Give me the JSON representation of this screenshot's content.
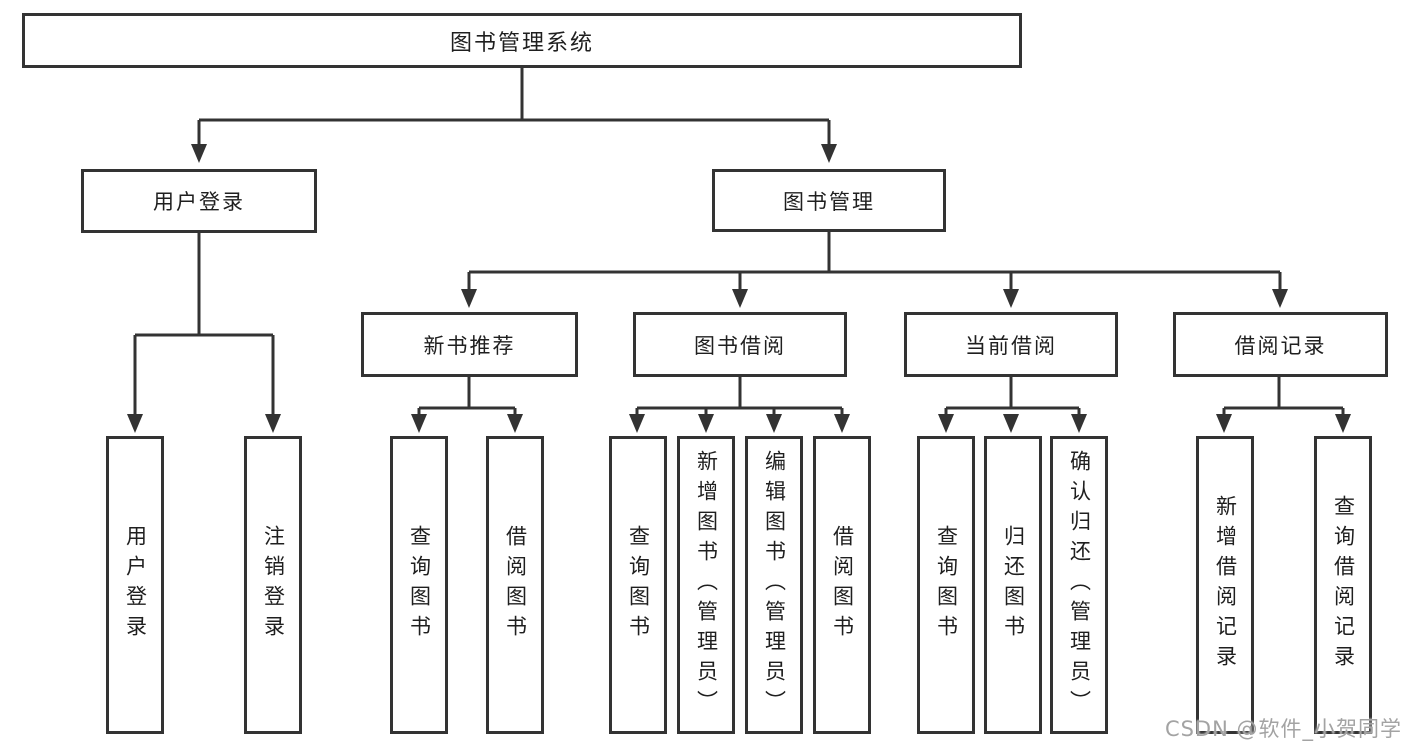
{
  "tree": {
    "label": "图书管理系统",
    "children": [
      {
        "label": "用户登录",
        "children": [
          {
            "label": "用户登录"
          },
          {
            "label": "注销登录"
          }
        ]
      },
      {
        "label": "图书管理",
        "children": [
          {
            "label": "新书推荐",
            "children": [
              {
                "label": "查询图书"
              },
              {
                "label": "借阅图书"
              }
            ]
          },
          {
            "label": "图书借阅",
            "children": [
              {
                "label": "查询图书"
              },
              {
                "label": "新增图书（管理员）"
              },
              {
                "label": "编辑图书（管理员）"
              },
              {
                "label": "借阅图书"
              }
            ]
          },
          {
            "label": "当前借阅",
            "children": [
              {
                "label": "查询图书"
              },
              {
                "label": "归还图书"
              },
              {
                "label": "确认归还（管理员）"
              }
            ]
          },
          {
            "label": "借阅记录",
            "children": [
              {
                "label": "新增借阅记录"
              },
              {
                "label": "查询借阅记录"
              }
            ]
          }
        ]
      }
    ]
  },
  "watermark": "CSDN @软件_小贺同学",
  "colors": {
    "line": "#333333",
    "box_fill": "#ffffff",
    "text": "#1f1f1f",
    "watermark": "#a3a3a3",
    "background": "#ffffff"
  }
}
